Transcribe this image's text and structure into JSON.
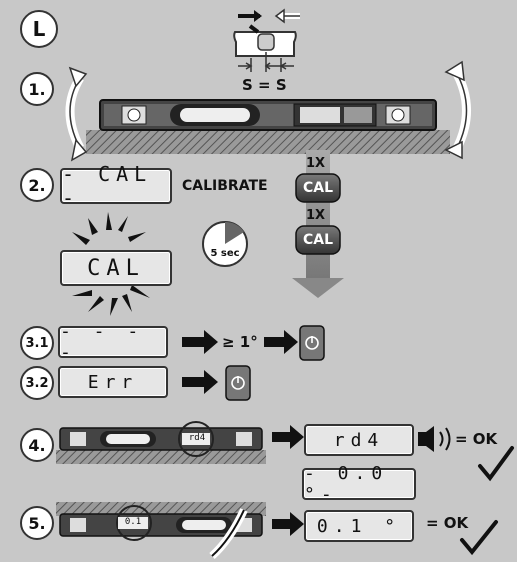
{
  "section_letter": "L",
  "balance_label": "S = S",
  "steps": {
    "s1": "1.",
    "s2": "2.",
    "s31": "3.1",
    "s32": "3.2",
    "s4": "4.",
    "s5": "5."
  },
  "calibrate_label": "CALIBRATE",
  "press_count_1": "1X",
  "press_count_2": "1X",
  "cal_button_1": "CAL",
  "cal_button_2": "CAL",
  "timer_label": "5 sec",
  "displays": {
    "cal_with_dashes": "- CAL -",
    "cal_flashing": "CAL",
    "dashes": "- - - -",
    "err": "Err",
    "rdy": "rd4",
    "zero": "- 0.0 °-",
    "point_one": "0.1 °"
  },
  "level_window_rdy": "rd4",
  "level_window_point_one": "0.1",
  "threshold_label": "≥ 1°",
  "ok_label_1": "= OK",
  "ok_label_2": "= OK"
}
